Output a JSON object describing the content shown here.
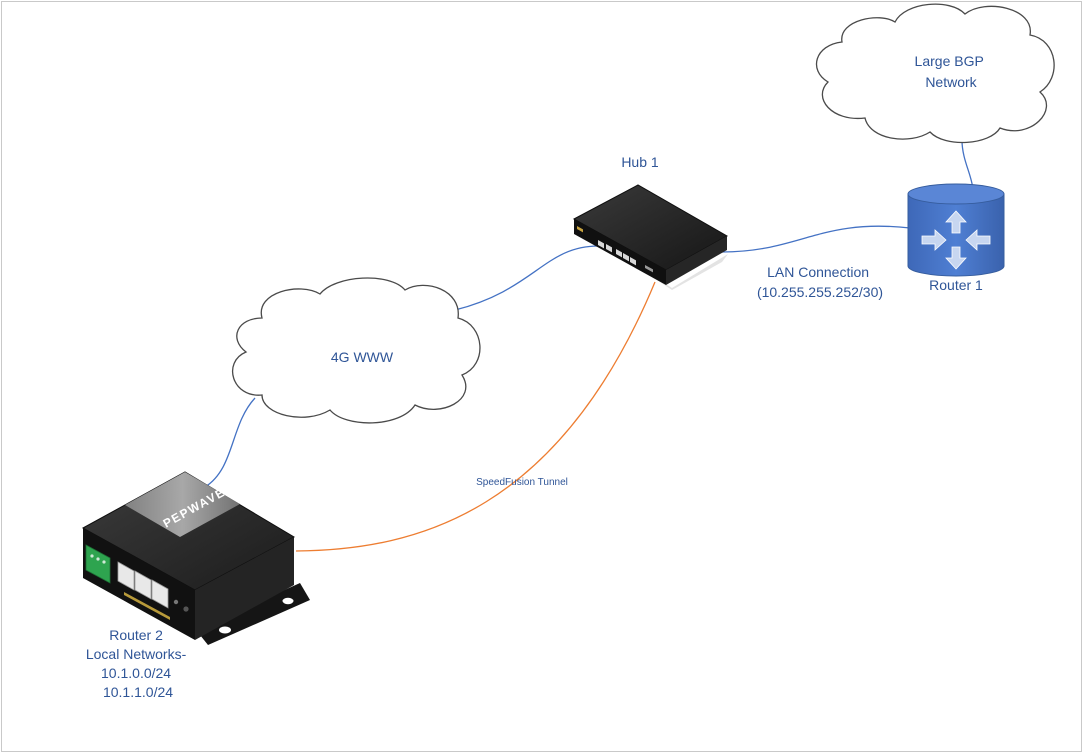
{
  "diagram": {
    "nodes": {
      "bgp_network": {
        "lines": [
          "Large BGP",
          "Network"
        ]
      },
      "hub1": {
        "label": "Hub 1"
      },
      "router1": {
        "label": "Router 1"
      },
      "www": {
        "label": "4G WWW"
      },
      "router2": {
        "lines": [
          "Router 2",
          "Local Networks-",
          "10.1.0.0/24",
          "10.1.1.0/24"
        ],
        "brand": "PEPWAVE"
      }
    },
    "links": {
      "lan": {
        "lines": [
          "LAN Connection",
          "(10.255.255.252/30)"
        ]
      },
      "tunnel": {
        "label": "SpeedFusion Tunnel"
      }
    },
    "colors": {
      "text": "#2f5597",
      "wan_line": "#4472c4",
      "tunnel_line": "#ed7d31",
      "router_icon": "#4472c4",
      "device": "#1f1f1f"
    }
  }
}
